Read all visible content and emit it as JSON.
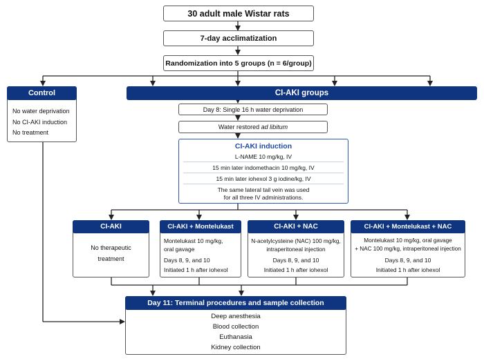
{
  "top": {
    "rats": "30 adult male Wistar rats",
    "acclimatization": "7-day acclimatization",
    "randomization": "Randomization into 5 groups (n = 6/group)"
  },
  "control": {
    "title": "Control",
    "items": [
      "No water deprivation",
      "No CI-AKI induction",
      "No treatment"
    ]
  },
  "ciaki_groups": {
    "title": "CI-AKI groups",
    "day8": "Day 8: Single 16 h water deprivation",
    "water_prefix": "Water restored ",
    "water_italic": "ad libitum"
  },
  "induction": {
    "title": "CI-AKI induction",
    "steps": [
      "L-NAME 10 mg/kg, IV",
      "15 min later indomethacin 10 mg/kg, IV",
      "15 min later iohexol 3 g iodine/kg, IV"
    ],
    "note_line1": "The same lateral tail vein was used",
    "note_line2": "for all three IV administrations."
  },
  "groups": [
    {
      "title": "CI-AKI",
      "lines": [
        "No therapeutic",
        "treatment"
      ]
    },
    {
      "title": "CI-AKI + Montelukast",
      "lines": [
        "Montelukast 10 mg/kg,",
        "oral gavage",
        "Days 8, 9, and 10",
        "Initiated 1 h after iohexol"
      ]
    },
    {
      "title": "CI-AKI + NAC",
      "lines": [
        "N-acetylcysteine (NAC) 100 mg/kg,",
        "intraperitoneal injection",
        "Days 8, 9, and 10",
        "Initiated 1 h after iohexol"
      ]
    },
    {
      "title": "CI-AKI + Montelukast + NAC",
      "lines": [
        "Montelukast 10 mg/kg, oral gavage",
        "+ NAC 100 mg/kg, intraperitoneal injection",
        "Days 8, 9, and 10",
        "Initiated 1 h after iohexol"
      ]
    }
  ],
  "terminal": {
    "title": "Day 11: Terminal procedures and sample collection",
    "items": [
      "Deep anesthesia",
      "Blood collection",
      "Euthanasia",
      "Kidney collection"
    ]
  },
  "colors": {
    "header_blue": "#0f3580",
    "induction_title": "#1d4aa6",
    "line": "#222222"
  }
}
